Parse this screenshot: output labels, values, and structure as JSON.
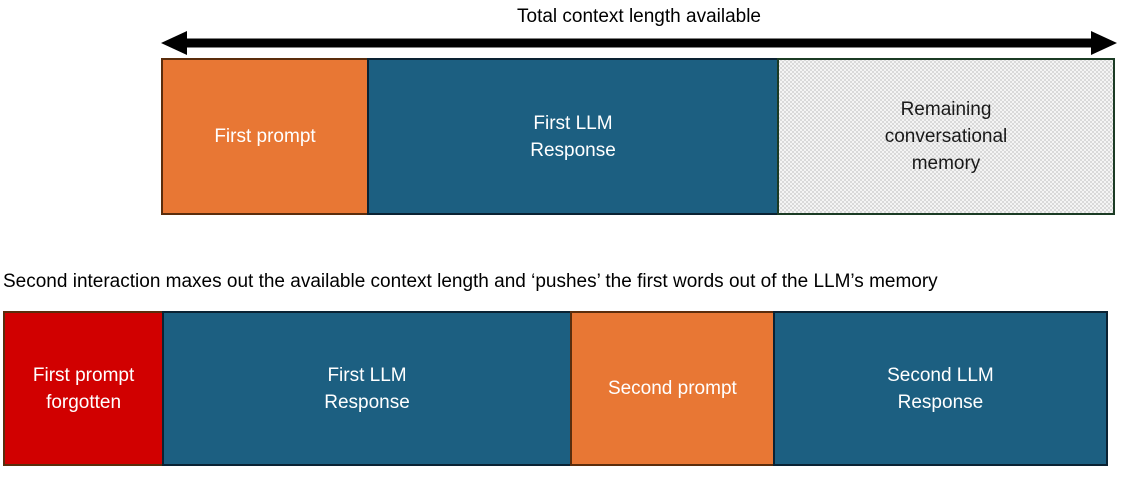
{
  "diagram": {
    "title": "Total context length available",
    "arrow": {
      "name": "double-headed-arrow",
      "direction": "both",
      "color": "#000000"
    },
    "middle_caption": "Second interaction maxes out the available context length and ‘pushes’ the first words out of the LLM’s memory",
    "colors": {
      "orange": "#E87734",
      "blue": "#1C5F81",
      "red": "#D10000",
      "gray_dotted": "#D9D9D9",
      "orange_border": "#5B2D0C",
      "blue_border": "#0A2233",
      "gray_border": "#1B3B24",
      "text_on_fill": "#FFFFFF",
      "text_on_gray": "#1A1A1A"
    },
    "bars": [
      {
        "name": "first-interaction-bar",
        "segments": [
          {
            "label": "First prompt",
            "fill": "orange",
            "width_pct": 21.8
          },
          {
            "label": "First LLM\nResponse",
            "line1": "First LLM",
            "line2": "Response",
            "fill": "blue",
            "width_pct": 43.2
          },
          {
            "label": "Remaining\nconversational\nmemory",
            "line1": "Remaining",
            "line2": "conversational",
            "line3": "memory",
            "fill": "gray_dotted",
            "width_pct": 35.0
          }
        ]
      },
      {
        "name": "second-interaction-bar",
        "segments": [
          {
            "label": "First prompt\nforgotten",
            "line1": "First prompt",
            "line2": "forgotten",
            "fill": "red",
            "width_pct": 14.7
          },
          {
            "label": "First LLM\nResponse",
            "line1": "First LLM",
            "line2": "Response",
            "fill": "blue",
            "width_pct": 37.3
          },
          {
            "label": "Second prompt",
            "fill": "orange",
            "width_pct": 18.6
          },
          {
            "label": "Second LLM\nResponse",
            "line1": "Second LLM",
            "line2": "Response",
            "fill": "blue",
            "width_pct": 30.5
          }
        ]
      }
    ]
  }
}
